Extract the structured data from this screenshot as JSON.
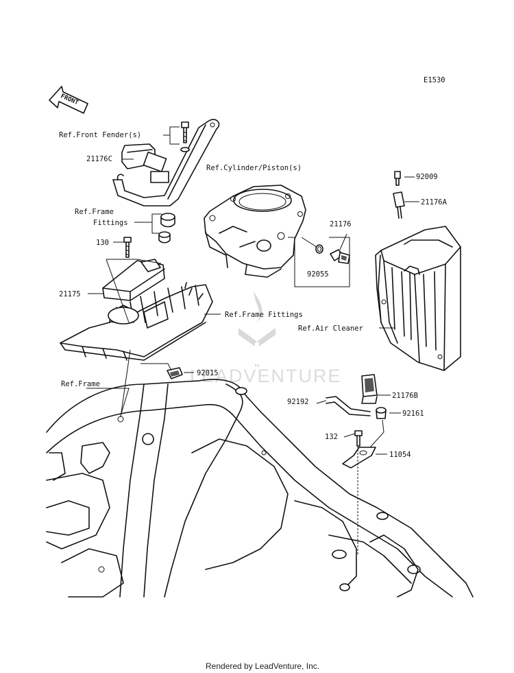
{
  "diagram_code": "E1530",
  "front_label": "FRONT",
  "labels": {
    "ref_front_fender": "Ref.Front Fender(s)",
    "p21176C": "21176C",
    "ref_frame_fittings_1": "Ref.Frame",
    "ref_frame_fittings_2": "Fittings",
    "p130": "130",
    "p21175": "21175",
    "ref_cylinder_piston": "Ref.Cylinder/Piston(s)",
    "p92009": "92009",
    "p21176A": "21176A",
    "p21176": "21176",
    "p92055": "92055",
    "ref_frame_fittings_b": "Ref.Frame Fittings",
    "ref_air_cleaner": "Ref.Air Cleaner",
    "p92015": "92015",
    "ref_frame": "Ref.Frame",
    "p92192": "92192",
    "p21176B": "21176B",
    "p92161": "92161",
    "p132": "132",
    "p11054": "11054"
  },
  "watermark": "LEADVENTURE",
  "footer": "Rendered by LeadVenture, Inc.",
  "colors": {
    "line": "#111111",
    "watermark": "#d9d9d9",
    "background": "#ffffff"
  }
}
